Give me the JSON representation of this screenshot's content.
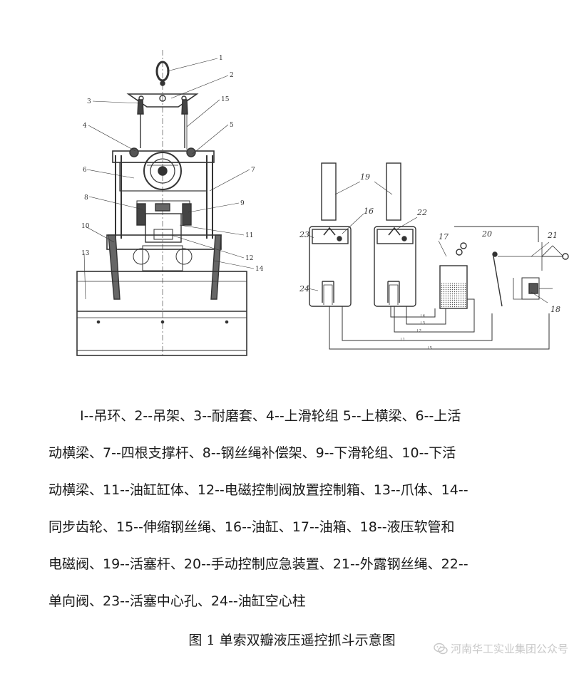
{
  "diagram": {
    "grab_labels": [
      "1",
      "2",
      "3",
      "4",
      "5",
      "15",
      "6",
      "7",
      "8",
      "9",
      "10",
      "11",
      "12",
      "13",
      "14"
    ],
    "hydraulic_labels": [
      "19",
      "16",
      "22",
      "23",
      "17",
      "20",
      "21",
      "24",
      "18"
    ],
    "pipe_labels": [
      "L1",
      "L2",
      "L3",
      "L4",
      "L5"
    ]
  },
  "legend": {
    "lines": [
      "I--吊环、2--吊架、3--耐磨套、4--上滑轮组 5--上横梁、6--上活",
      "动横梁、7--四根支撑杆、8--钢丝绳补偿架、9--下滑轮组、10--下活",
      "动横梁、11--油缸缸体、12--电磁控制阀放置控制箱、13--爪体、14--",
      "同步齿轮、15--伸缩钢丝绳、16--油缸、17--油箱、18--液压软管和",
      "电磁阀、19--活塞杆、20--手动控制应急装置、21--外露钢丝绳、22--",
      "单向阀、23--活塞中心孔、24--油缸空心柱"
    ]
  },
  "caption": "图 1  单索双瓣液压遥控抓斗示意图",
  "watermark": {
    "text": "河南华工实业集团公众号",
    "icon": "wechat-icon"
  }
}
